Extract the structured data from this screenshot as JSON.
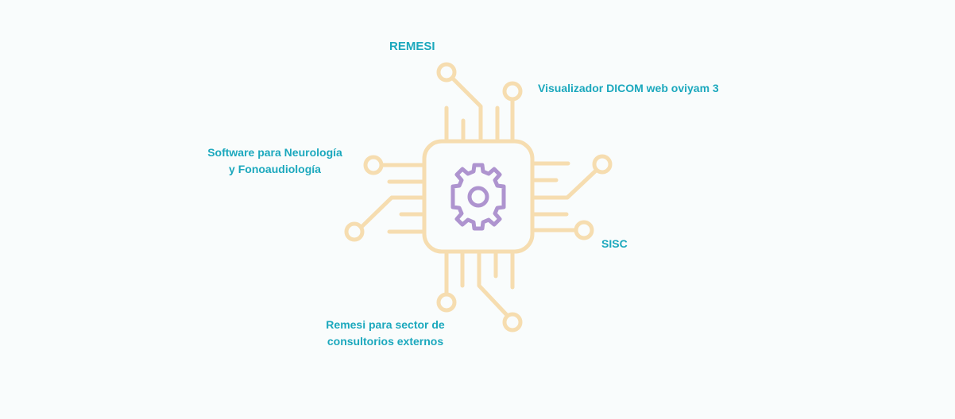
{
  "diagram": {
    "nodes": [
      {
        "id": "remesi",
        "lines": [
          "REMESI"
        ]
      },
      {
        "id": "dicom",
        "lines": [
          "Visualizador DICOM web oviyam 3"
        ]
      },
      {
        "id": "neuro",
        "lines": [
          "Software para Neurología",
          "y Fonoaudiología"
        ]
      },
      {
        "id": "sisc",
        "lines": [
          "SISC"
        ]
      },
      {
        "id": "consult",
        "lines": [
          "Remesi para sector de",
          "consultorios externos"
        ]
      }
    ],
    "center_icon": "gear-icon",
    "colors": {
      "circuit": "#f6ddb0",
      "gear": "#ae94cf",
      "text": "#1ba8bd",
      "background": "#f9fcfc"
    }
  }
}
